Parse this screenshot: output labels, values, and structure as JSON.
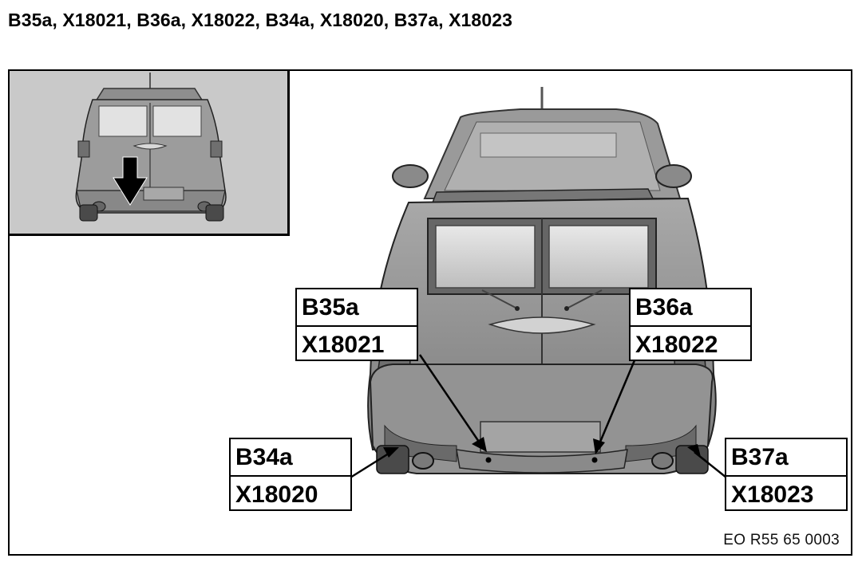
{
  "title": "B35a, X18021, B36a, X18022, B34a, X18020, B37a, X18023",
  "callouts": [
    {
      "id": "b35a",
      "component": "B35a",
      "connector": "X18021"
    },
    {
      "id": "b36a",
      "component": "B36a",
      "connector": "X18022"
    },
    {
      "id": "b34a",
      "component": "B34a",
      "connector": "X18020"
    },
    {
      "id": "b37a",
      "component": "B37a",
      "connector": "X18023"
    }
  ],
  "doc_ref": "EO R55 65 0003",
  "icons": [
    "down-arrow-icon"
  ],
  "colors": {
    "line": "#000000",
    "inset_bg": "#c9c9c9",
    "body": "#8f8f8f"
  }
}
